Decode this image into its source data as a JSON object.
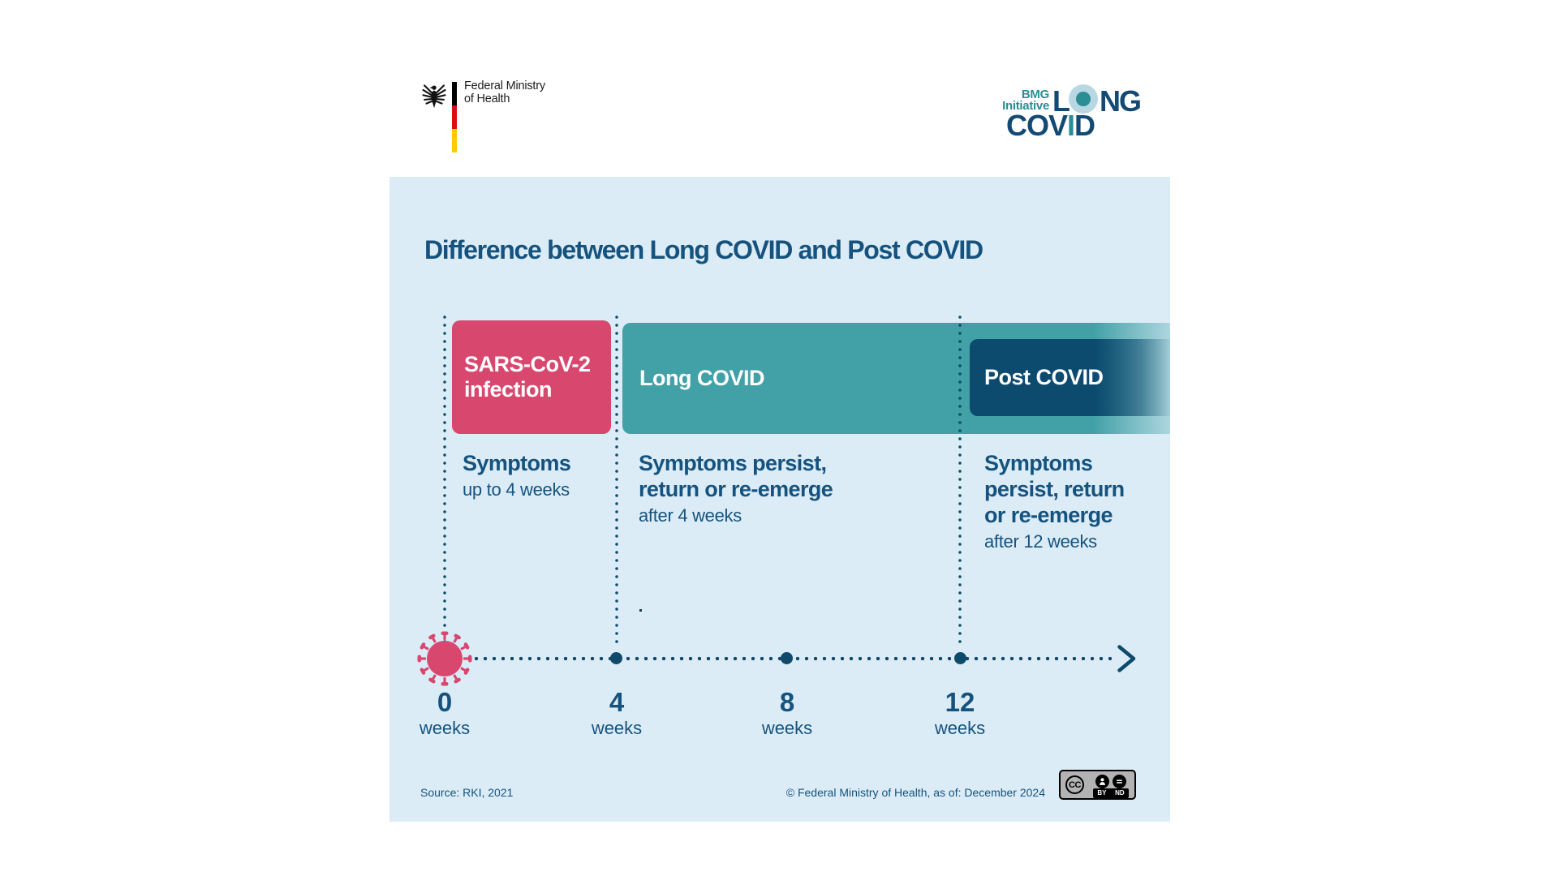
{
  "ministry_logo": {
    "name_line1": "Federal Ministry",
    "name_line2": "of Health"
  },
  "initiative_logo": {
    "bmg": "BMG",
    "initiative": "Initiative",
    "long_l": "L",
    "long_ng": "NG",
    "covid_cov": "COV",
    "covid_i": "I",
    "covid_d": "D"
  },
  "panel": {
    "title": "Difference between Long COVID and Post COVID",
    "boxes": [
      {
        "label_line1": "SARS-CoV-2",
        "label_line2": "infection",
        "color": "#d8486e"
      },
      {
        "label": "Long COVID",
        "color": "#42a1a6"
      },
      {
        "label": "Post COVID",
        "color": "#0c4a6e"
      }
    ],
    "descriptions": [
      {
        "heading_lines": [
          "Symptoms"
        ],
        "subtext": "up to 4 weeks"
      },
      {
        "heading_lines": [
          "Symptoms persist,",
          "return or re-emerge"
        ],
        "subtext": "after 4 weeks"
      },
      {
        "heading_lines": [
          "Symptoms",
          "persist, return",
          "or re-emerge"
        ],
        "subtext": "after 12 weeks"
      }
    ],
    "timeline_ticks": [
      {
        "value": "0",
        "unit": "weeks"
      },
      {
        "value": "4",
        "unit": "weeks"
      },
      {
        "value": "8",
        "unit": "weeks"
      },
      {
        "value": "12",
        "unit": "weeks"
      }
    ],
    "footer": {
      "source": "Source: RKI, 2021",
      "copyright": "© Federal Ministry of Health, as of: December 2024",
      "license_cc": "CC",
      "license_by": "BY",
      "license_nd": "ND"
    }
  },
  "icons": {
    "federal-eagle-icon": "stylized German federal eagle",
    "german-flag-stripe-icon": "black-red-gold vertical stripe",
    "logo-o-ring-icon": "teal target circle replacing O",
    "coronavirus-icon": "pink spiked virus circle",
    "timeline-arrow-icon": "chevron right",
    "cc-by-icon": "person",
    "cc-nd-icon": "equals"
  },
  "colors": {
    "panel_bg": "#dcecf7",
    "text_blue": "#15537e",
    "timeline_navy": "#0d4a6b",
    "pink": "#d8486e",
    "teal": "#42a1a6",
    "navy_box": "#0c4a6e",
    "logo_teal": "#2b8d95",
    "logo_navy": "#134a74",
    "logo_ring": "#b9d7e3"
  }
}
